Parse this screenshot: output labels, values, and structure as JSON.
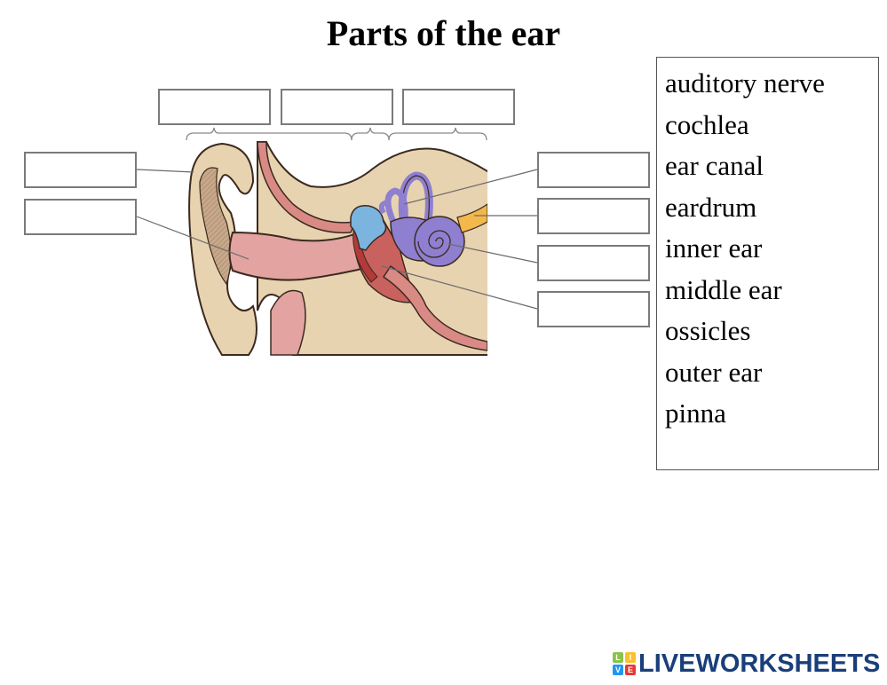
{
  "title": "Parts of the ear",
  "word_bank": {
    "items": [
      "auditory nerve",
      "cochlea",
      "ear canal",
      "eardrum",
      "inner ear",
      "middle ear",
      "ossicles",
      "outer ear",
      "pinna"
    ]
  },
  "answer_boxes": {
    "top": [
      "",
      "",
      ""
    ],
    "left": [
      "",
      ""
    ],
    "right": [
      "",
      "",
      "",
      ""
    ]
  },
  "logo": {
    "tiles": [
      {
        "letter": "L",
        "color": "#8bc34a"
      },
      {
        "letter": "I",
        "color": "#fbc02d"
      },
      {
        "letter": "V",
        "color": "#2196f3"
      },
      {
        "letter": "E",
        "color": "#e53935"
      }
    ],
    "text": "LIVEWORKSHEETS",
    "color": "#1a3e7a"
  },
  "diagram": {
    "subject": "cross-section of the human ear"
  }
}
